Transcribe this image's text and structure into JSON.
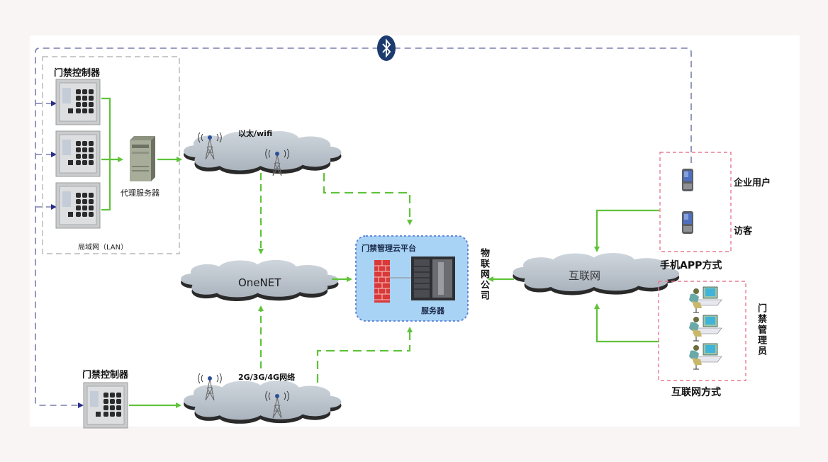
{
  "diagram": {
    "title": "门禁云平台系统架构",
    "colors": {
      "background": "#f8f5f4",
      "canvas": "#ffffff",
      "green_link": "#5fc33a",
      "blue_dashed": "#7b7fae",
      "pink_dashed": "#e97a93",
      "cloud_fill": "#b9c2cb",
      "cloud_shadow": "#2a2a2a",
      "platform_fill": "#a9d3f5",
      "platform_border": "#5a7fd6",
      "bluetooth": "#1d3a6e"
    },
    "lan_group": {
      "controller_label": "门禁控制器",
      "proxy_label": "代理服务器",
      "lan_label": "局域网（LAN）",
      "controller_count": 3
    },
    "clouds": {
      "ethernet_wifi": "以太/wifi",
      "onenet": "OneNET",
      "mobile": "2G/3G/4G网络",
      "internet": "互联网"
    },
    "single_controller_label": "门禁控制器",
    "platform": {
      "title": "门禁管理云平台",
      "server_label": "服务器",
      "firewall_icon": "firewall-icon",
      "server_icon": "server-rack-icon"
    },
    "iot_company_label": "物联网公司",
    "app_group": {
      "enterprise_user": "企业用户",
      "visitor": "访客",
      "caption": "手机APP方式"
    },
    "web_group": {
      "admin_label": "门禁管理员",
      "caption": "互联网方式",
      "admin_count": 3
    },
    "bluetooth_icon": "bluetooth-icon"
  }
}
